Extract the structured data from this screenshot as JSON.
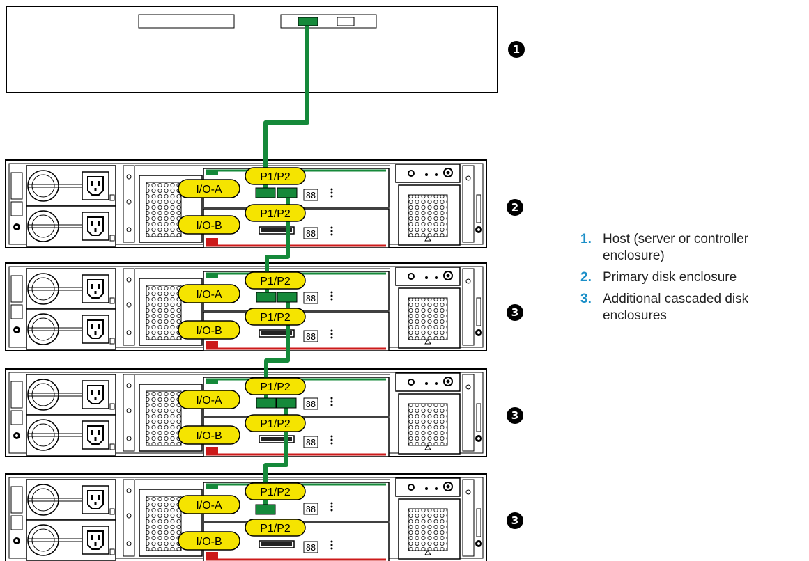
{
  "host": {
    "callout": "1"
  },
  "enclosures": [
    {
      "callout": "2",
      "port_upper": "P1/P2",
      "port_lower": "P1/P2",
      "io_a": "I/O-A",
      "io_b": "I/O-B",
      "segment_display": "88"
    },
    {
      "callout": "3",
      "port_upper": "P1/P2",
      "port_lower": "P1/P2",
      "io_a": "I/O-A",
      "io_b": "I/O-B",
      "segment_display": "88"
    },
    {
      "callout": "3",
      "port_upper": "P1/P2",
      "port_lower": "P1/P2",
      "io_a": "I/O-A",
      "io_b": "I/O-B",
      "segment_display": "88"
    },
    {
      "callout": "3",
      "port_upper": "P1/P2",
      "port_lower": "P1/P2",
      "io_a": "I/O-A",
      "io_b": "I/O-B",
      "segment_display": "88"
    }
  ],
  "legend": [
    {
      "num": "1.",
      "text": "Host (server or controller enclosure)"
    },
    {
      "num": "2.",
      "text": "Primary disk enclosure"
    },
    {
      "num": "3.",
      "text": "Additional cascaded disk enclosures"
    }
  ],
  "colors": {
    "cable": "#15893a",
    "label_fill": "#f5e400",
    "legend_number": "#1b8fc8",
    "fault_led": "#cc1a1a"
  }
}
